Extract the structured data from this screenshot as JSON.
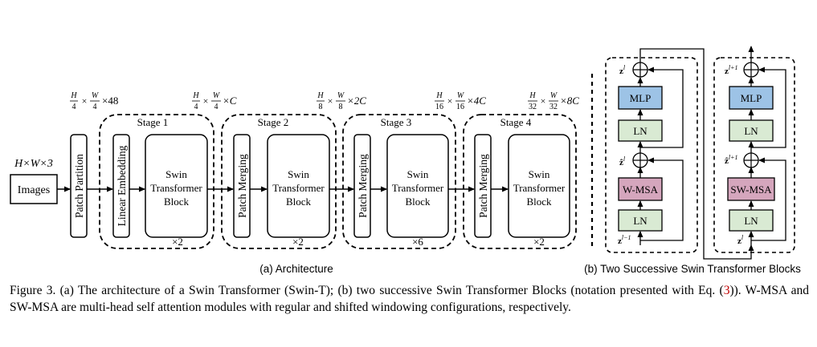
{
  "input": {
    "dims": "H×W×3",
    "label": "Images"
  },
  "patch_partition": "Patch Partition",
  "stages": [
    {
      "title": "Stage 1",
      "entry": "Linear Embedding",
      "block": [
        "Swin",
        "Transformer",
        "Block"
      ],
      "repeat": "×2",
      "dims": {
        "h": "H",
        "hd": "4",
        "w": "W",
        "wd": "4",
        "c": "×48"
      }
    },
    {
      "title": "Stage 2",
      "entry": "Patch Merging",
      "block": [
        "Swin",
        "Transformer",
        "Block"
      ],
      "repeat": "×2",
      "dims": {
        "h": "H",
        "hd": "4",
        "w": "W",
        "wd": "4",
        "c": "×C"
      }
    },
    {
      "title": "Stage 3",
      "entry": "Patch Merging",
      "block": [
        "Swin",
        "Transformer",
        "Block"
      ],
      "repeat": "×6",
      "dims": {
        "h": "H",
        "hd": "8",
        "w": "W",
        "wd": "8",
        "c": "×2C"
      }
    },
    {
      "title": "Stage 4",
      "entry": "Patch Merging",
      "block": [
        "Swin",
        "Transformer",
        "Block"
      ],
      "repeat": "×2",
      "dims": {
        "h": "H",
        "hd": "16",
        "w": "W",
        "wd": "16",
        "c": "×4C"
      }
    }
  ],
  "output_dims": {
    "h": "H",
    "hd": "32",
    "w": "W",
    "wd": "32",
    "c": "×8C"
  },
  "arch_caption": "(a) Architecture",
  "blocks_caption": "(b) Two Successive Swin Transformer Blocks",
  "block_left": {
    "mlp": "MLP",
    "ln_top": "LN",
    "attn": "W-MSA",
    "ln_bottom": "LN",
    "z_out": "z",
    "z_out_sup": "l",
    "z_mid": "ẑ",
    "z_mid_sup": "l",
    "z_in": "z",
    "z_in_sup": "l−1"
  },
  "block_right": {
    "mlp": "MLP",
    "ln_top": "LN",
    "attn": "SW-MSA",
    "ln_bottom": "LN",
    "z_out": "z",
    "z_out_sup": "l+1",
    "z_mid": "ẑ",
    "z_mid_sup": "l+1",
    "z_in": "z",
    "z_in_sup": "l"
  },
  "caption": {
    "part1": "Figure 3. (a) The architecture of a Swin Transformer (Swin-T); (b) two successive Swin Transformer Blocks (notation presented with Eq. (",
    "ref": "3",
    "part2": ")). W-MSA and SW-MSA are multi-head self attention modules with regular and shifted windowing configurations, respectively."
  },
  "colors": {
    "mlp_fill": "#9dc3e6",
    "ln_fill": "#d9ead3",
    "attn_fill": "#d5a6bd",
    "caption_ref": "#c00000"
  }
}
